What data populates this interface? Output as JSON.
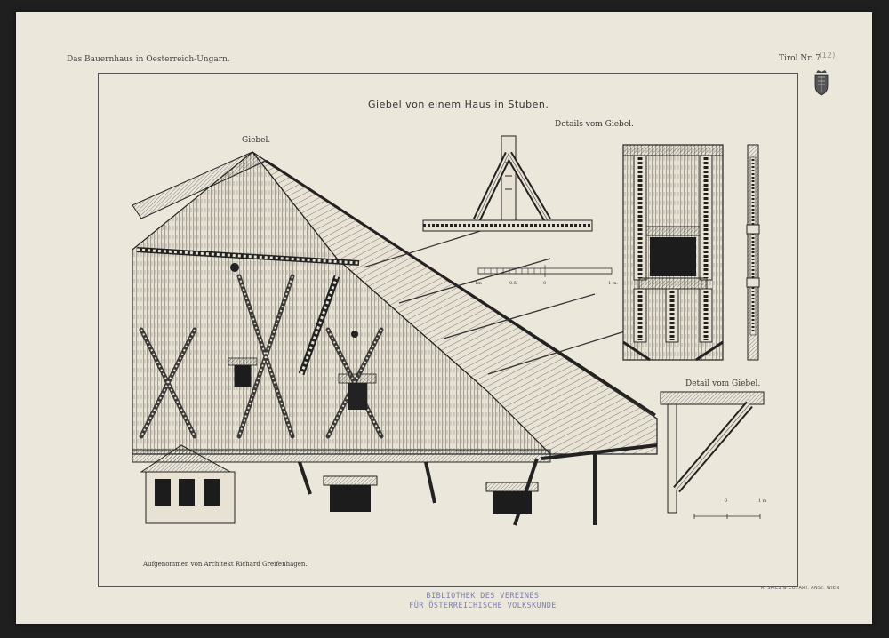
{
  "header": {
    "left": "Das Bauernhaus in Oesterreich-Ungarn.",
    "right": "Tirol Nr. 7.",
    "pencil_note": "(12)"
  },
  "plate": {
    "title": "Giebel von einem Haus in Stuben.",
    "label_giebel": "Giebel.",
    "label_details": "Details vom Giebel.",
    "label_detail": "Detail vom Giebel.",
    "credit": "Aufgenommen von Architekt Richard Greifenhagen."
  },
  "stamp": {
    "line1": "BIBLIOTHEK DES VEREINES",
    "line2": "FÜR ÖSTERREICHISCHE VOLKSKUNDE"
  },
  "printer": "R. SPIES & CO. ART. ANST. WIEN",
  "scale1": {
    "ticks": [
      "1m",
      "0.5",
      "0",
      "1 m."
    ]
  },
  "scale2": {
    "ticks": [
      "0",
      "1 m"
    ]
  },
  "colors": {
    "paper": "#ece7db",
    "ink": "#2a2a2a",
    "stamp": "#7b7fae"
  }
}
